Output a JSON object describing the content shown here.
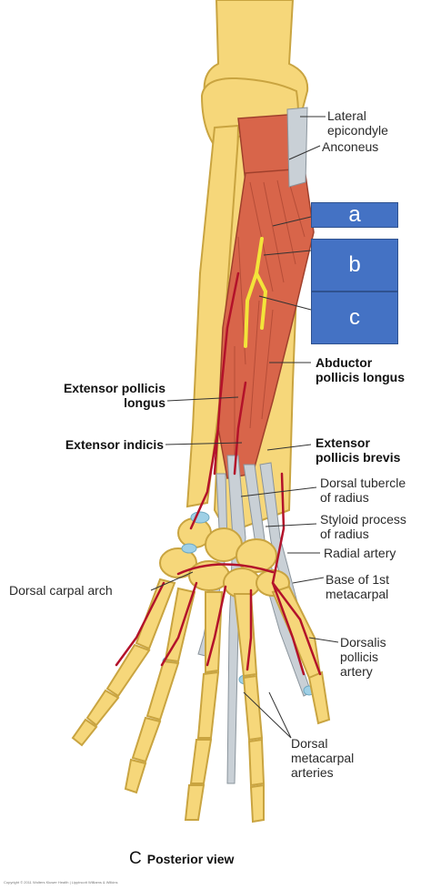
{
  "labels": {
    "lateral_epicondyle": [
      "Lateral",
      "epicondyle"
    ],
    "anconeus": "Anconeus",
    "abductor_pollicis_longus": [
      "Abductor",
      "pollicis longus"
    ],
    "extensor_pollicis_longus": [
      "Extensor pollicis",
      "longus"
    ],
    "extensor_indicis": "Extensor indicis",
    "extensor_pollicis_brevis": [
      "Extensor",
      "pollicis brevis"
    ],
    "dorsal_tubercle_of_radius": [
      "Dorsal tubercle",
      "of radius"
    ],
    "styloid_process_of_radius": [
      "Styloid process",
      "of radius"
    ],
    "radial_artery": "Radial artery",
    "dorsal_carpal_arch": "Dorsal carpal arch",
    "base_of_1st_metacarpal": [
      "Base of 1st",
      "metacarpal"
    ],
    "dorsalis_pollicis_artery": [
      "Dorsalis",
      "pollicis",
      "artery"
    ],
    "dorsal_metacarpal_arteries": [
      "Dorsal",
      "metacarpal",
      "arteries"
    ]
  },
  "boxes": {
    "a": "a",
    "b": "b",
    "c": "c"
  },
  "caption": {
    "letter": "C",
    "view": "Posterior view"
  },
  "copyright": "Copyright © 2011 Wolters Kluwer Health | Lippincott Williams & Wilkins",
  "colors": {
    "bone": "#f6d77a",
    "bone_edge": "#c9a440",
    "muscle": "#d8654a",
    "tendon": "#c9d0d6",
    "artery": "#b3122a",
    "cartilage": "#9fd0e6",
    "box": "#4472c4"
  }
}
